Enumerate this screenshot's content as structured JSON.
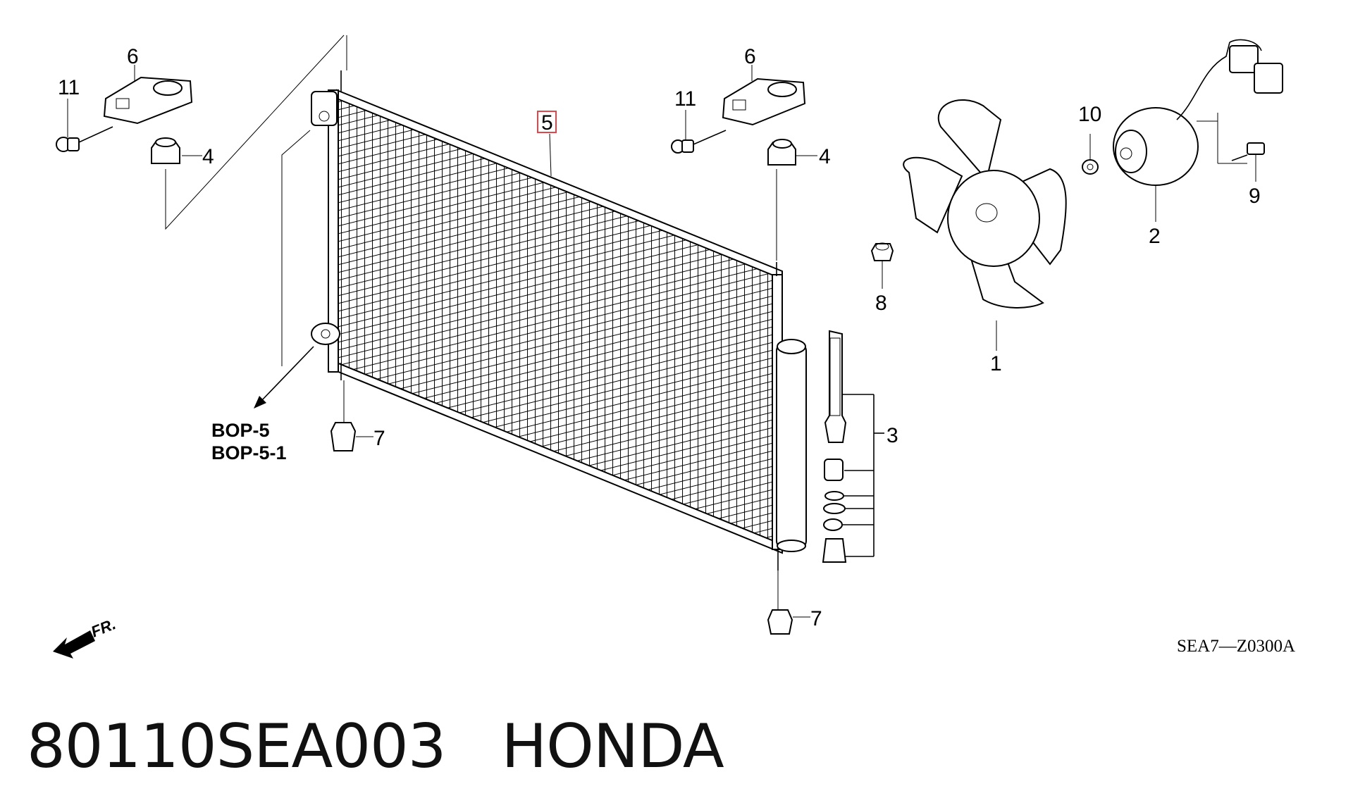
{
  "diagram": {
    "drawing_code": "SEA7—Z0300A",
    "direction_label": "FR.",
    "reference_labels": [
      "BOP-5",
      "BOP-5-1"
    ],
    "callouts": {
      "fan": "1",
      "motor": "2",
      "receiver_kit": "3",
      "cushion_top_left": "4",
      "cushion_top_right": "4",
      "condenser": "5",
      "bracket_left": "6",
      "bracket_right": "6",
      "cushion_bottom_left": "7",
      "cushion_bottom_right": "7",
      "nut_8": "8",
      "bolt_9": "9",
      "nut_10": "10",
      "bolt_left": "11",
      "bolt_right": "11"
    },
    "highlighted_callout": "5"
  },
  "footer": {
    "part_number": "80110SEA003",
    "brand": "HONDA"
  },
  "colors": {
    "ink": "#000000",
    "highlight": "#e0474c",
    "background": "#ffffff"
  }
}
